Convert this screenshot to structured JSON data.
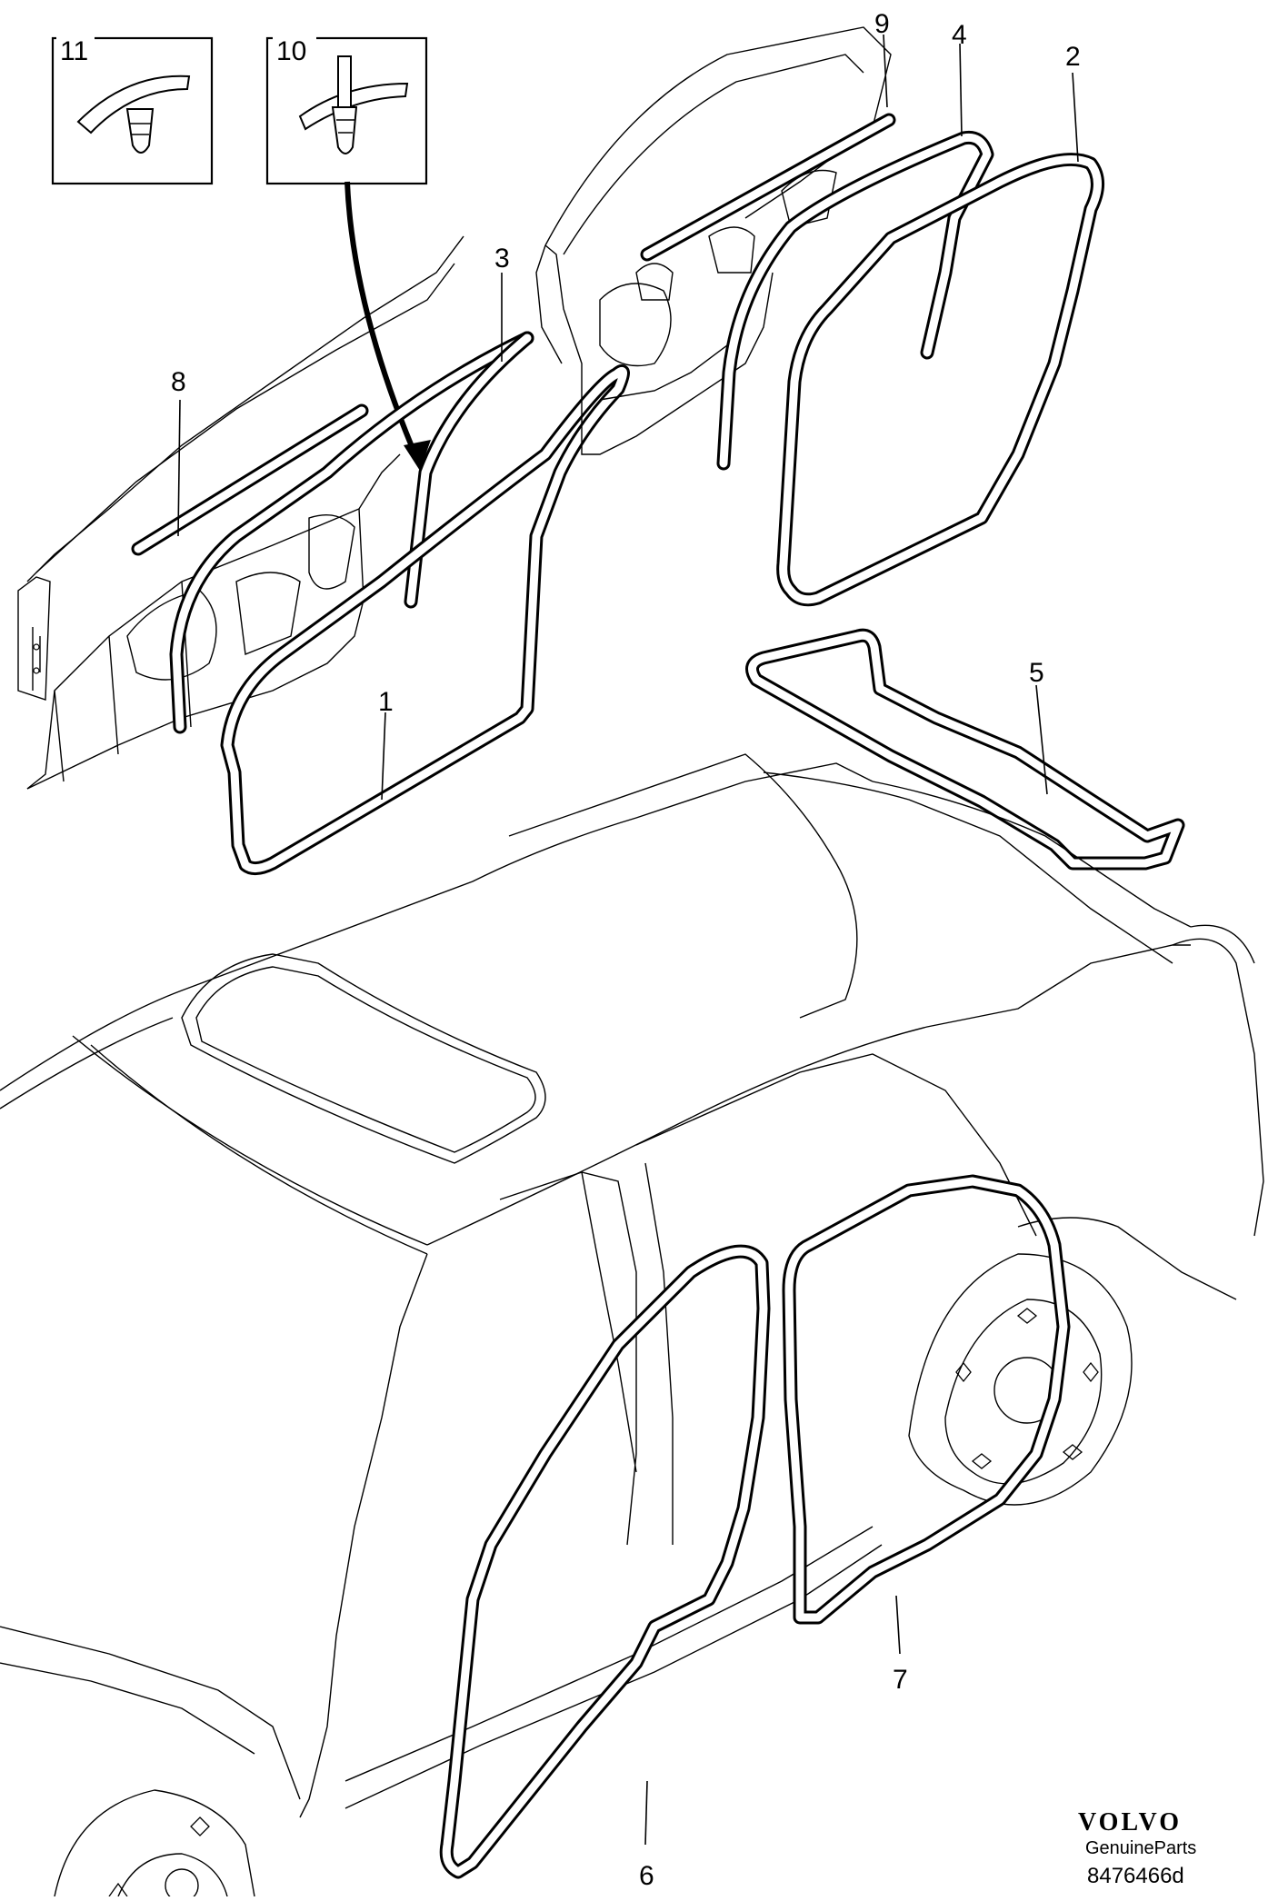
{
  "callouts": {
    "c1": "1",
    "c2": "2",
    "c3": "3",
    "c4": "4",
    "c5": "5",
    "c6": "6",
    "c7": "7",
    "c8": "8",
    "c9": "9",
    "c10": "10",
    "c11": "11"
  },
  "brand": {
    "logo": "VOLVO",
    "tagline": "GenuineParts",
    "reference": "8476466d"
  }
}
